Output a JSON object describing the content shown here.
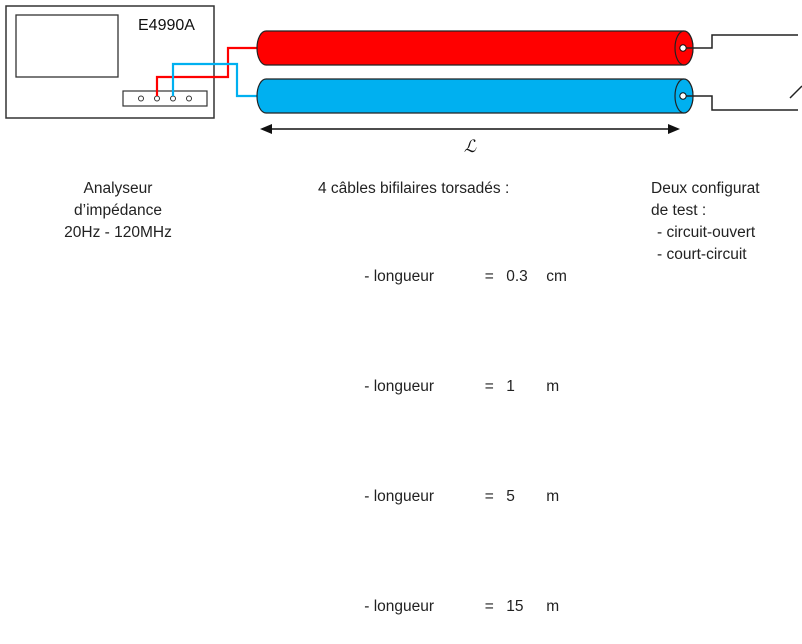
{
  "instrument": {
    "model": "E4990A",
    "description": [
      "Analyseur",
      "d’impédance",
      "20Hz - 120MHz"
    ]
  },
  "cables": {
    "length_symbol": "ℒ",
    "heading": "4 câbles bifilaires torsadés :",
    "items": [
      {
        "label": "- longueur",
        "eq": "=",
        "value": "0.3",
        "unit": "cm"
      },
      {
        "label": "- longueur",
        "eq": "=",
        "value": "1",
        "unit": "m"
      },
      {
        "label": "- longueur",
        "eq": "=",
        "value": "5",
        "unit": "m"
      },
      {
        "label": "- longueur",
        "eq": "=",
        "value": "15",
        "unit": "m"
      }
    ]
  },
  "test": {
    "heading_line1": "Deux configurat",
    "heading_line2": "de test :",
    "items": [
      "- circuit-ouvert",
      "- court-circuit"
    ]
  },
  "colors": {
    "red_cable": "#ff0000",
    "blue_cable": "#00b0f0",
    "outline": "#222222"
  }
}
